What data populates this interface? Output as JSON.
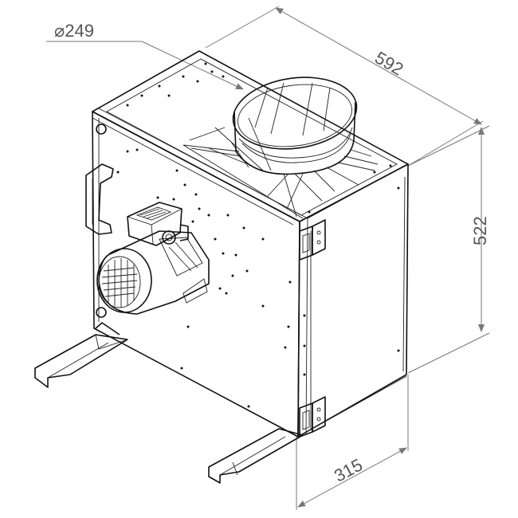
{
  "dimensions": {
    "diameter": "⌀249",
    "width": "592",
    "height": "522",
    "depth": "315"
  },
  "colors": {
    "line": "#111111",
    "dimension": "#777777",
    "dimension_text": "#555555",
    "background": "#ffffff"
  }
}
